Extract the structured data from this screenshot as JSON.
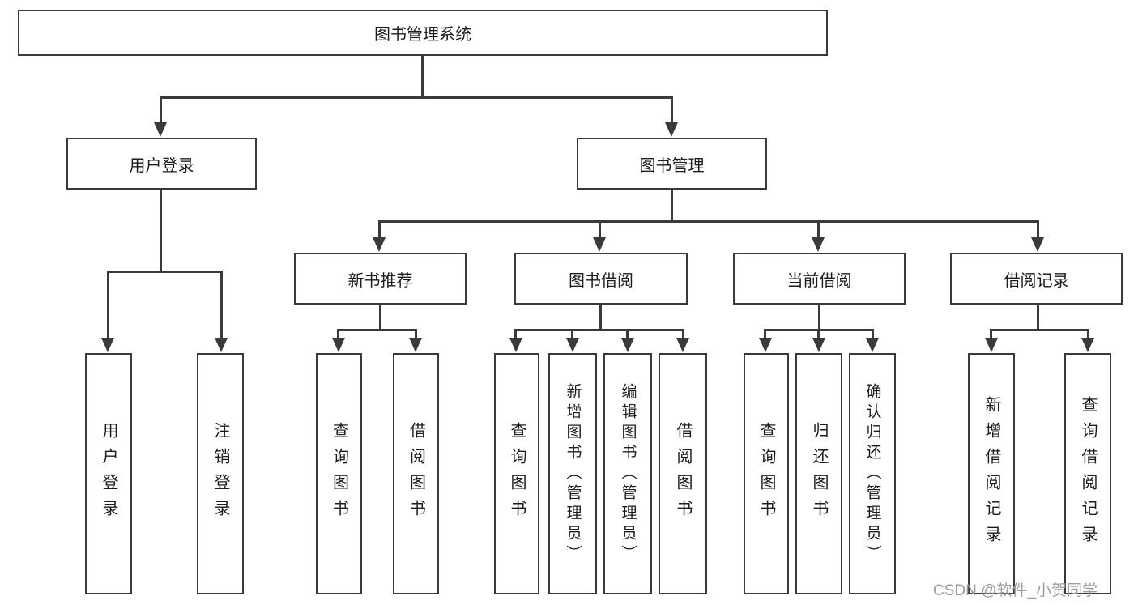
{
  "diagram": {
    "root": {
      "label": "图书管理系统"
    },
    "branches": [
      {
        "label": "用户登录",
        "children": [
          {
            "label": "用户登录"
          },
          {
            "label": "注销登录"
          }
        ]
      },
      {
        "label": "图书管理",
        "children": [
          {
            "label": "新书推荐",
            "children": [
              {
                "label": "查询图书"
              },
              {
                "label": "借阅图书"
              }
            ]
          },
          {
            "label": "图书借阅",
            "children": [
              {
                "label": "查询图书"
              },
              {
                "label": "新增图书（管理员）"
              },
              {
                "label": "编辑图书（管理员）"
              },
              {
                "label": "借阅图书"
              }
            ]
          },
          {
            "label": "当前借阅",
            "children": [
              {
                "label": "查询图书"
              },
              {
                "label": "归还图书"
              },
              {
                "label": "确认归还（管理员）"
              }
            ]
          },
          {
            "label": "借阅记录",
            "children": [
              {
                "label": "新增借阅记录"
              },
              {
                "label": "查询借阅记录"
              }
            ]
          }
        ]
      }
    ]
  },
  "watermark": "CSDN @软件_小贺同学",
  "colors": {
    "line": "#3a3a3c",
    "text": "#1c1c1c",
    "watermark": "#9c9c9c",
    "background": "#ffffff"
  }
}
